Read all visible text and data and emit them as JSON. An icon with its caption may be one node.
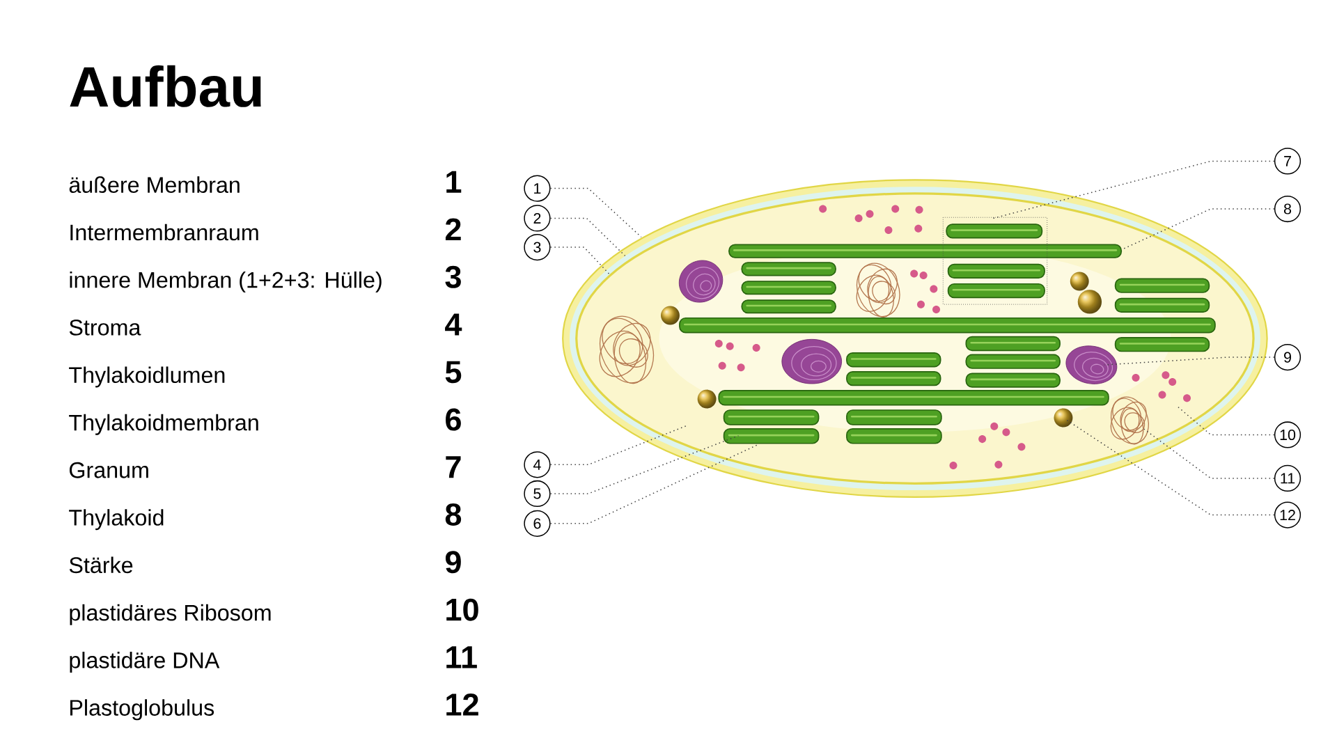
{
  "diagram": {
    "title": "Aufbau",
    "nodes": [
      {
        "text": [
          "1"
        ]
      },
      {
        "text": [
          "2"
        ]
      },
      {
        "text": [
          "3"
        ]
      },
      {
        "text": [
          "4"
        ]
      },
      {
        "text": [
          "5"
        ]
      },
      {
        "text": [
          "6"
        ]
      },
      {
        "text": [
          "7"
        ]
      },
      {
        "text": [
          "8"
        ]
      },
      {
        "text": [
          "9"
        ]
      },
      {
        "text": [
          "10"
        ]
      },
      {
        "text": [
          "11"
        ]
      },
      {
        "text": [
          "12"
        ]
      }
    ],
    "edges": [
      {
        "from": 0,
        "to": null,
        "arrow": "none"
      },
      {
        "from": 1,
        "to": null,
        "arrow": "none"
      },
      {
        "from": 2,
        "to": null,
        "arrow": "none"
      },
      {
        "from": 3,
        "to": null,
        "arrow": "none"
      },
      {
        "from": 4,
        "to": null,
        "arrow": "none"
      },
      {
        "from": 5,
        "to": null,
        "arrow": "none"
      },
      {
        "from": 6,
        "to": null,
        "arrow": "none"
      },
      {
        "from": 7,
        "to": null,
        "arrow": "none"
      },
      {
        "from": 8,
        "to": null,
        "arrow": "none"
      },
      {
        "from": 9,
        "to": null,
        "arrow": "none"
      },
      {
        "from": 10,
        "to": null,
        "arrow": "none"
      },
      {
        "from": 11,
        "to": null,
        "arrow": "none"
      }
    ],
    "labels": [
      "äußere Membran",
      "1",
      "Intermembranraum",
      "2",
      "innere Membran (1+2+3: Hülle)",
      "3",
      "Stroma",
      "4",
      "Thylakoidlumen",
      "5",
      "Thylakoidmembran",
      "6",
      "Granum",
      "7",
      "Thylakoid",
      "8",
      "Stärke",
      "9",
      "plastidäres Ribosom",
      "10",
      "plastidäre DNA",
      "11",
      "Plastoglobulus",
      "12"
    ]
  }
}
